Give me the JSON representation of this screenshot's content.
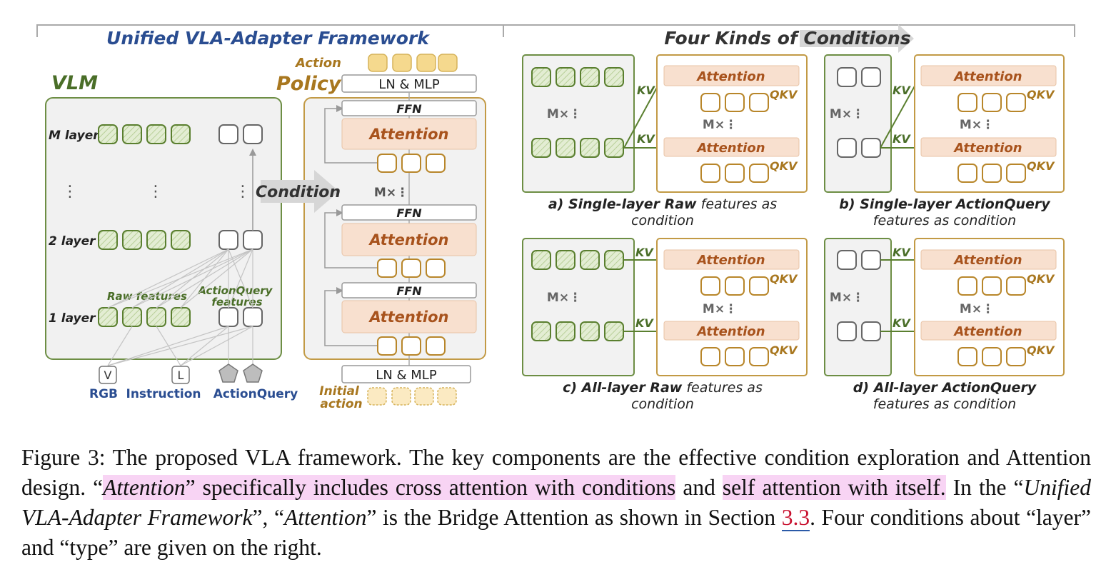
{
  "left_panel": {
    "title": "Unified VLA-Adapter Framework",
    "vlm_label": "VLM",
    "policy_label": "Policy",
    "layers": [
      "M layer",
      "2 layer",
      "1 layer"
    ],
    "ellipsis": "⋮",
    "raw_features_label": "Raw features",
    "actionquery_features_label": "ActionQuery features",
    "inputs": {
      "v_token": "V",
      "l_token": "L",
      "rgb": "RGB",
      "instruction": "Instruction",
      "actionquery": "ActionQuery"
    },
    "condition_label": "Condition",
    "action_label": "Action",
    "ln_mlp_top": "LN & MLP",
    "ln_mlp_bottom": "LN & MLP",
    "ffn": "FFN",
    "attention": "Attention",
    "mx": "M×",
    "initial_action": "Initial action"
  },
  "right_panel": {
    "title": "Four Kinds of Conditions",
    "kv": "KV",
    "qkv": "QKV",
    "attention": "Attention",
    "mx": "M×",
    "panels": [
      {
        "caption_bold": "a) Single-layer Raw",
        "caption_rest": "features as",
        "caption_line2": "condition"
      },
      {
        "caption_bold": "b) Single-layer ActionQuery",
        "caption_rest": "",
        "caption_line2": "features as condition"
      },
      {
        "caption_bold": "c) All-layer Raw",
        "caption_rest": "features as",
        "caption_line2": "condition"
      },
      {
        "caption_bold": "d) All-layer ActionQuery",
        "caption_rest": "",
        "caption_line2": "features as condition"
      }
    ]
  },
  "caption": {
    "prefix": "Figure 3: The proposed VLA framework. The key components are the effective condition exploration and Attention design. “",
    "attention_italic": "Attention",
    "highlight_rest": "” specifically includes cross attention with conditions",
    "mid": " and ",
    "highlight2": "self attention with itself.",
    "after_hl": " In the “",
    "framework_italic": "Unified VLA-Adapter Framework",
    "between": "”, “",
    "attention_italic2": "Attention",
    "bridge": "” is the Bridge Attention as shown in Section ",
    "section_ref": "3.3",
    "suffix": ". Four conditions about “layer” and “type” are given on the right."
  },
  "colors": {
    "green": "#5a7f2f",
    "green_fill": "#d6e5c0",
    "gold": "#b8862a",
    "gold_fill": "#f5d98e",
    "attention_fill": "#f8e0cf",
    "attention_text": "#a8531d",
    "blue_title": "#2a4d91",
    "gray": "#7a7a7a"
  }
}
